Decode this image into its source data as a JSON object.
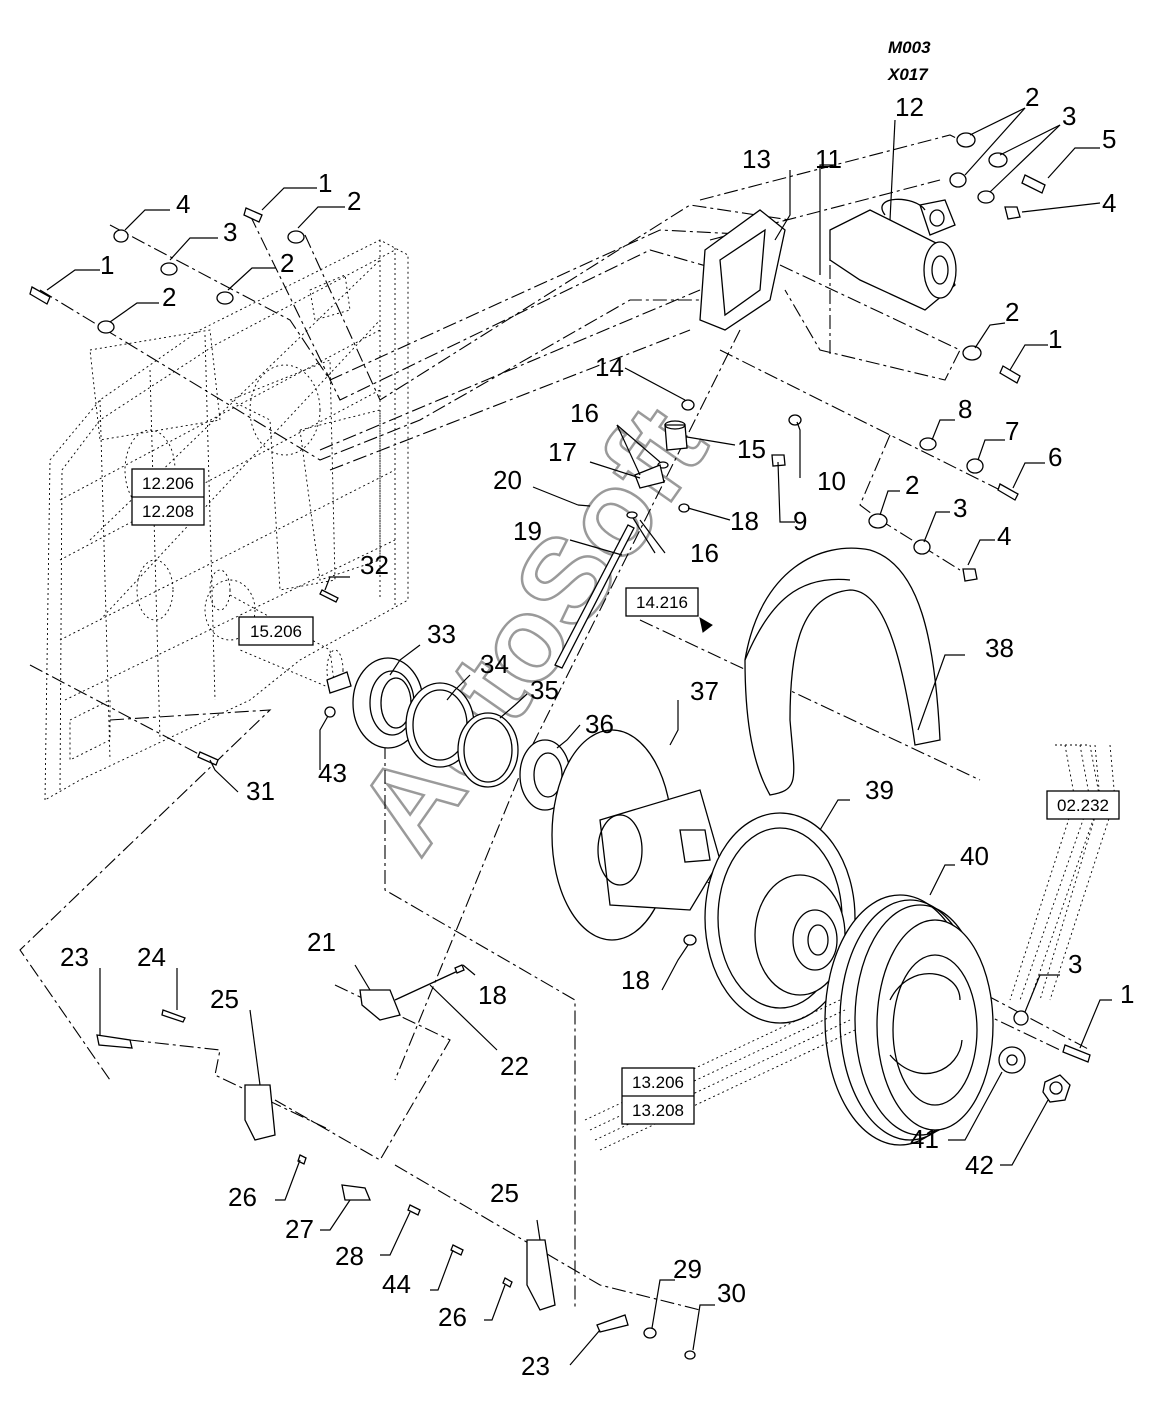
{
  "codes": [
    "M003",
    "X017"
  ],
  "watermark": "AutoSoft",
  "references": [
    "12.206",
    "12.208",
    "15.206",
    "14.216",
    "02.232",
    "13.206",
    "13.208"
  ],
  "callouts": [
    "1",
    "2",
    "3",
    "4",
    "5",
    "6",
    "7",
    "8",
    "9",
    "10",
    "11",
    "12",
    "13",
    "14",
    "15",
    "16",
    "17",
    "18",
    "19",
    "20",
    "21",
    "22",
    "23",
    "24",
    "25",
    "26",
    "27",
    "28",
    "29",
    "30",
    "31",
    "32",
    "33",
    "34",
    "35",
    "36",
    "37",
    "38",
    "39",
    "40",
    "41",
    "42",
    "43",
    "44"
  ]
}
